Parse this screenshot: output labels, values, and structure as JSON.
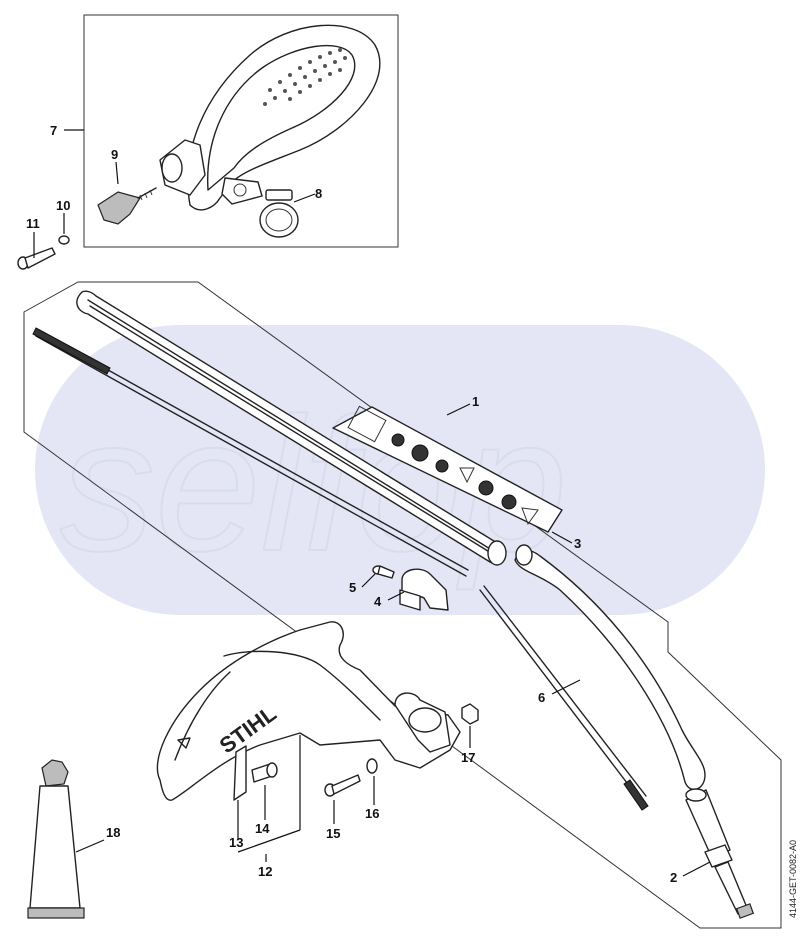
{
  "watermark": {
    "text": "selfop",
    "band_color": "#e4e6f6"
  },
  "brand_text": "STIHL",
  "drawing_code": "4144-GET-0082-A0",
  "callouts": [
    {
      "id": "c1",
      "label": "1"
    },
    {
      "id": "c2",
      "label": "2"
    },
    {
      "id": "c3",
      "label": "3"
    },
    {
      "id": "c4",
      "label": "4"
    },
    {
      "id": "c5",
      "label": "5"
    },
    {
      "id": "c6",
      "label": "6"
    },
    {
      "id": "c7",
      "label": "7"
    },
    {
      "id": "c8",
      "label": "8"
    },
    {
      "id": "c9",
      "label": "9"
    },
    {
      "id": "c10",
      "label": "10"
    },
    {
      "id": "c11",
      "label": "11"
    },
    {
      "id": "c12",
      "label": "12"
    },
    {
      "id": "c13",
      "label": "13"
    },
    {
      "id": "c14",
      "label": "14"
    },
    {
      "id": "c15",
      "label": "15"
    },
    {
      "id": "c16",
      "label": "16"
    },
    {
      "id": "c17",
      "label": "17"
    },
    {
      "id": "c18",
      "label": "18"
    }
  ]
}
